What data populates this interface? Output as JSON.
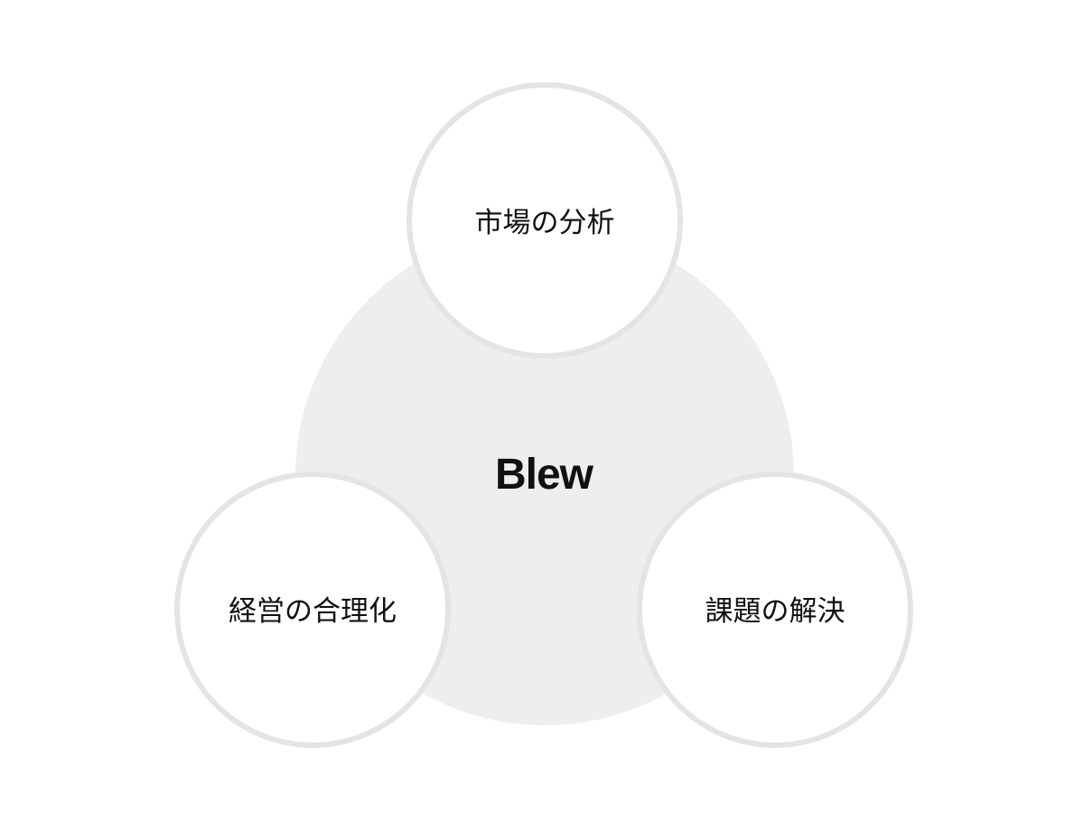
{
  "diagram": {
    "type": "venn-hub",
    "center": {
      "label": "Blew",
      "fill_color": "#eeeeee"
    },
    "nodes": [
      {
        "position": "top",
        "label": "市場の分析"
      },
      {
        "position": "bottom-left",
        "label": "経営の合理化"
      },
      {
        "position": "bottom-right",
        "label": "課題の解決"
      }
    ],
    "node_border_color": "#e4e4e4",
    "node_fill_color": "#ffffff",
    "text_color": "#111111"
  }
}
